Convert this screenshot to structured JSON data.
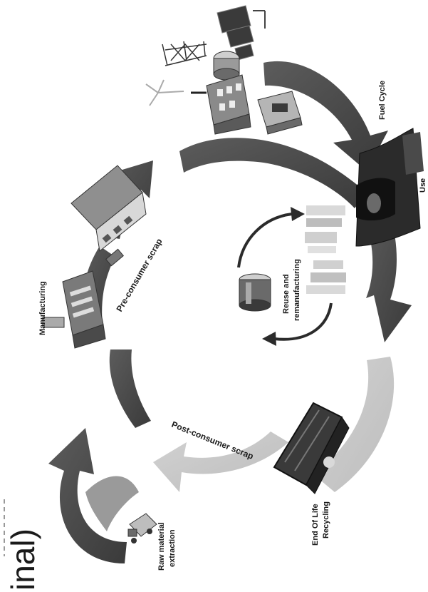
{
  "diagram": {
    "stages": {
      "use": "Use",
      "fuel_cycle": "Fuel Cycle",
      "manufacturing": "Manufacturing",
      "raw_material_extraction_line1": "Raw material",
      "raw_material_extraction_line2": "extraction",
      "end_of_life_line1": "End Of Life",
      "end_of_life_line2": "Recycling",
      "reuse_line1": "Reuse and",
      "reuse_line2": "remanufacturing"
    },
    "flows": {
      "pre_consumer_scrap": "Pre-consumer scrap",
      "post_consumer_scrap": "Post-consumer scrap"
    },
    "partial_heading": "inal)",
    "colors": {
      "dark_arrow": "#4a4a4a",
      "light_arrow": "#c6c6c6",
      "icon_dark": "#2b2b2b",
      "icon_mid": "#8a8a8a",
      "icon_light": "#d9d9d9"
    }
  }
}
